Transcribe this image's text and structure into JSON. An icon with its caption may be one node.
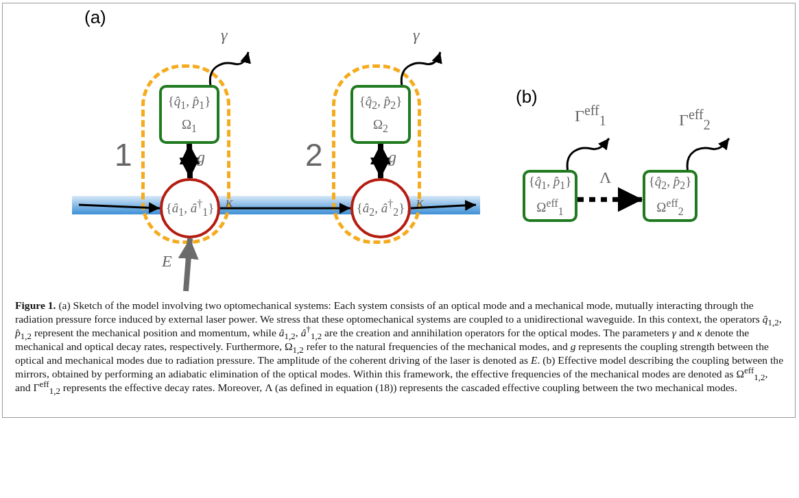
{
  "diagram": {
    "caption": "**Figure 1.** (a) Sketch of the model involving two optomechanical systems: Each system consists of an optical mode and a mechanical mode, mutually interacting through the radiation pressure force induced by external laser power. We stress that these optomechanical systems are coupled to a unidirectional waveguide. In this context, the operators *q̂*$_{1,2}$, *p̂*$_{1,2}$ represent the mechanical position and momentum, while *â*$_{1,2}$, *â*$^{†}$$_{1,2}$ are the creation and annihilation operators for the optical modes. The parameters *γ* and *κ* denote the mechanical and optical decay rates, respectively. Furthermore, Ω$_{1,2}$ refer to the natural frequencies of the mechanical modes, and *g* represents the coupling strength between the optical and mechanical modes due to radiation pressure. The amplitude of the coherent driving of the laser is denoted as *E*. (b) Effective model describing the coupling between the mirrors, obtained by performing an adiabatic elimination of the optical modes. Within this framework, the effective frequencies of the mechanical modes are denoted as Ω$^{eff}$$_{1,2}$, and Γ$^{eff}$$_{1,2}$ represents the effective decay rates. Moreover, Λ (as defined in equation (18)) represents the cascaded effective coupling between the two mechanical modes.",
    "nodes": [
      {
        "text": [
          "1"
        ]
      },
      {
        "text": [
          "{*q̂*$_{1}$, *p̂*$_{1}$}",
          "Ω$_{1}$"
        ],
        "in": 0
      },
      {
        "text": [
          "{*â*$_{1}$, *â*$^{†}$$_{1}$}"
        ],
        "in": 0,
        "beside": [
          "*κ*"
        ]
      },
      {
        "text": [
          "2"
        ]
      },
      {
        "text": [
          "{*q̂*$_{2}$, *p̂*$_{2}$}",
          "Ω$_{2}$"
        ],
        "in": 3
      },
      {
        "text": [
          "{*â*$_{2}$, *â*$^{†}$$_{2}$}"
        ],
        "in": 3,
        "beside": [
          "*κ*"
        ]
      },
      {
        "text": [
          "{*q̂*$_{1}$, *p̂*$_{1}$}",
          "Ω$^{eff}$$_{1}$"
        ]
      },
      {
        "text": [
          "{*q̂*$_{2}$, *p̂*$_{2}$}",
          "Ω$^{eff}$$_{2}$"
        ]
      }
    ],
    "edges": [
      {
        "from": 1,
        "to": null,
        "arrow": "to",
        "label": "*γ*"
      },
      {
        "from": 1,
        "to": 2,
        "arrow": "both",
        "label": "*g*",
        "style": "thick"
      },
      {
        "from": null,
        "to": 2,
        "arrow": "to"
      },
      {
        "from": 2,
        "to": 5,
        "arrow": "to"
      },
      {
        "from": 5,
        "to": null,
        "arrow": "to"
      },
      {
        "from": null,
        "to": 2,
        "arrow": "to",
        "label": "*E*",
        "style": "thick",
        "color": "#6b6b6b"
      },
      {
        "from": 4,
        "to": null,
        "arrow": "to",
        "label": "*γ*"
      },
      {
        "from": 4,
        "to": 5,
        "arrow": "both",
        "label": "*g*",
        "style": "thick"
      },
      {
        "from": 6,
        "to": null,
        "arrow": "to",
        "label": "Γ$^{eff}$$_{1}$"
      },
      {
        "from": 7,
        "to": null,
        "arrow": "to",
        "label": "Γ$^{eff}$$_{2}$"
      },
      {
        "from": 6,
        "to": 7,
        "arrow": "to",
        "label": "Λ",
        "style": "dashed"
      }
    ],
    "labels": [
      "(a)",
      "(b)"
    ]
  }
}
